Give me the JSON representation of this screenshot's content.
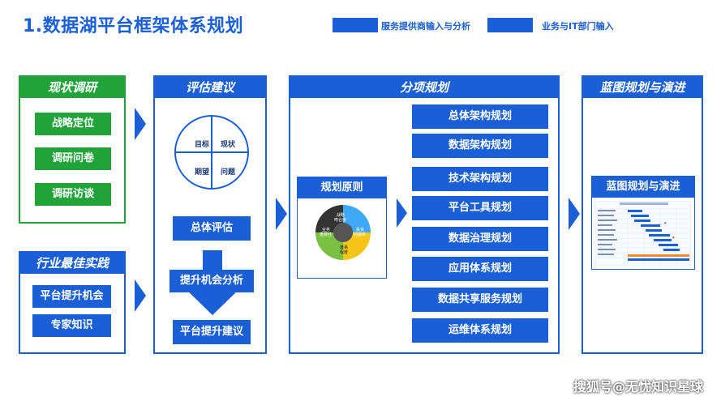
{
  "title": "1.数据湖平台框架体系规划",
  "legend": {
    "item1": "服务提供商输入与分析",
    "item2": "业务与IT部门输入",
    "color1": "#1b5fd6",
    "color2": "#1b5fd6"
  },
  "panel1": {
    "header": "现状调研",
    "items": [
      "战略定位",
      "调研问卷",
      "调研访谈"
    ]
  },
  "panel2": {
    "header": "行业最佳实践",
    "items": [
      "平台提升机会",
      "专家知识"
    ]
  },
  "panel3": {
    "header": "评估建议",
    "quadrants": [
      "目标",
      "现状",
      "期望",
      "问题"
    ],
    "steps": [
      "总体评估",
      "提升机会分析",
      "平台提升建议"
    ]
  },
  "panel4": {
    "header": "分项规划",
    "principle_title": "规划原则",
    "wheel_labels": [
      "战略\n吻合度",
      "投资\n回报率",
      "难易\n程度",
      "业务\n重要性"
    ],
    "items": [
      "总体架构规划",
      "数据架构规划",
      "技术架构规划",
      "平台工具规划",
      "数据治理规划",
      "应用体系规划",
      "数据共享服务规划",
      "运维体系规划"
    ]
  },
  "panel5": {
    "header": "蓝图规划与演进",
    "card_title": "蓝图规划与演进"
  },
  "watermark": "搜狐号@无忧知识星球"
}
